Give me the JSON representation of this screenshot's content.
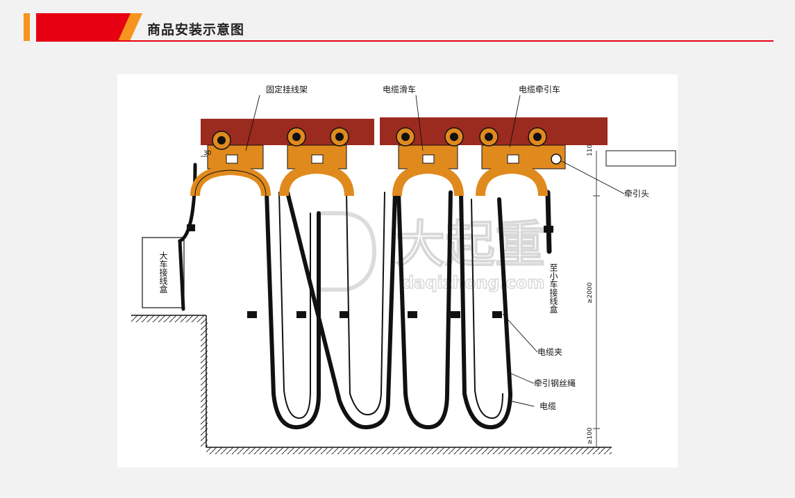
{
  "header": {
    "title": "商品安装示意图",
    "colors": {
      "accent_red": "#e60012",
      "accent_orange": "#f7941d"
    }
  },
  "diagram": {
    "labels": {
      "fixed_bracket": "固定挂线架",
      "cable_trolley": "电缆滑车",
      "tow_trolley": "电缆牵引车",
      "tow_head": "牵引头",
      "main_box": "大车接线盒",
      "to_small_box": "至小车接线盒",
      "cable_clamp": "电缆夹",
      "wire_rope": "牵引钢丝绳",
      "cable": "电缆"
    },
    "dimensions": {
      "d30": "30",
      "d110_top": "110",
      "d2000": "≥2000",
      "d100_bottom": "≥100"
    },
    "watermark": {
      "brand": "大起重",
      "url": "daqizhong.com"
    },
    "colors": {
      "rail": "#9b2a1f",
      "trolley": "#e08a1e",
      "cable": "#111111"
    }
  }
}
